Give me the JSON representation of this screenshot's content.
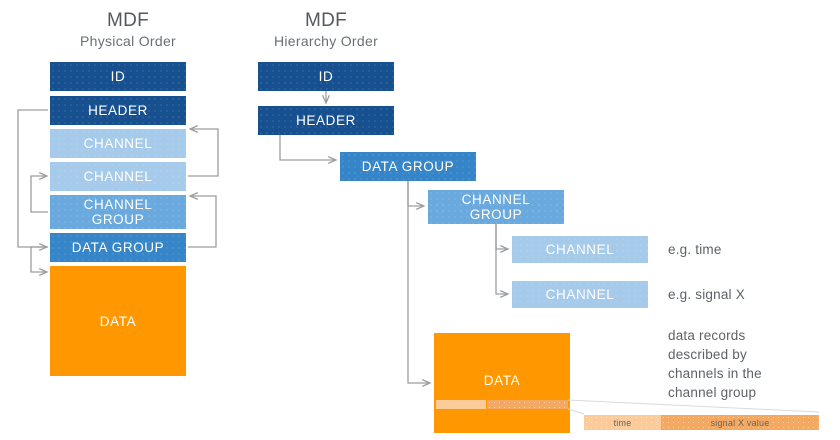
{
  "diagram": {
    "title": "MDF structure: physical order vs hierarchy order",
    "colors": {
      "dark_blue": "#17508f",
      "light_blue": "#a6cae9",
      "mid_blue": "#6aa9dd",
      "data_group_blue": "#3585c8",
      "orange": "#ff9800",
      "light_orange": "#fbcb9a",
      "mid_orange": "#f4a962",
      "arrow_gray": "#9a9da0",
      "text_gray": "#5d6266"
    }
  },
  "physical": {
    "title_line1": "MDF",
    "title_line2": "Physical Order",
    "blocks": [
      {
        "label": "ID"
      },
      {
        "label": "HEADER"
      },
      {
        "label": "CHANNEL"
      },
      {
        "label": "CHANNEL"
      },
      {
        "label": "CHANNEL GROUP"
      },
      {
        "label": "DATA GROUP"
      },
      {
        "label": "DATA"
      }
    ]
  },
  "hierarchy": {
    "title_line1": "MDF",
    "title_line2": "Hierarchy Order",
    "blocks": [
      {
        "label": "ID"
      },
      {
        "label": "HEADER"
      },
      {
        "label": "DATA GROUP"
      },
      {
        "label": "CHANNEL GROUP"
      },
      {
        "label": "CHANNEL"
      },
      {
        "label": "CHANNEL"
      },
      {
        "label": "DATA"
      }
    ],
    "annotations": {
      "channel_time": "e.g. time",
      "channel_signal": "e.g. signal X",
      "data_note": "data records\ndescribed by\nchannels in the\nchannel group"
    },
    "record": {
      "time_label": "time",
      "signal_label": "signal X value"
    }
  }
}
